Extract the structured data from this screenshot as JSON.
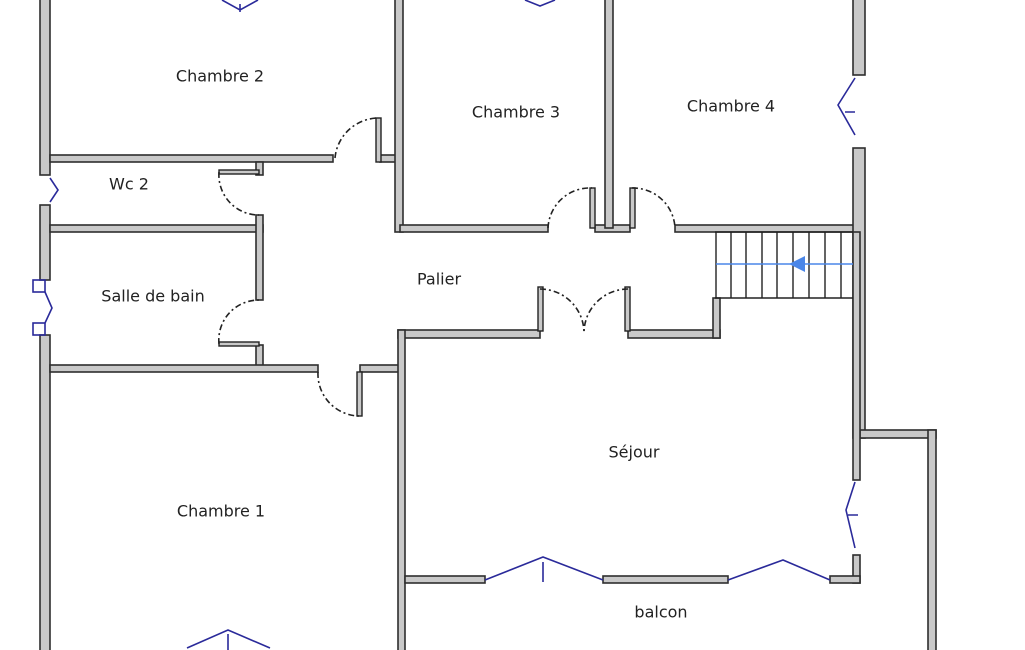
{
  "rooms": {
    "chambre2": "Chambre 2",
    "chambre3": "Chambre 3",
    "chambre4": "Chambre 4",
    "wc2": "Wc 2",
    "salle_de_bain": "Salle de bain",
    "palier": "Palier",
    "chambre1": "Chambre 1",
    "sejour": "Séjour",
    "balcon": "balcon"
  },
  "colors": {
    "wall": "#c9c9c9",
    "window": "#2a2a9a",
    "stair_arrow": "#4a86e8"
  }
}
